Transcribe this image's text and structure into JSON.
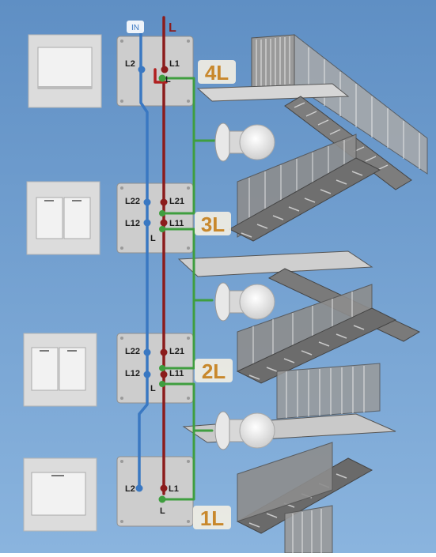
{
  "colors": {
    "background_top": "#5f8fc4",
    "background_bottom": "#8ab4de",
    "wire_neutral": "#3a78c2",
    "wire_live": "#8b1c1c",
    "wire_switched": "#3f9e3f",
    "floor_label": "#c8882c",
    "switch_plate": "#d9d9d9",
    "module_back": "#c4c4c4",
    "stair_metal": "#8a8a8a"
  },
  "wires": {
    "input_neutral_label": "IN",
    "input_live_label": "L"
  },
  "floors": [
    {
      "label": "4L",
      "switch_type": "single",
      "terminals": [
        "L2",
        "L1",
        "L"
      ]
    },
    {
      "label": "3L",
      "switch_type": "double",
      "terminals": [
        "L22",
        "L21",
        "L12",
        "L11",
        "L"
      ]
    },
    {
      "label": "2L",
      "switch_type": "double",
      "terminals": [
        "L22",
        "L21",
        "L12",
        "L11",
        "L"
      ]
    },
    {
      "label": "1L",
      "switch_type": "single",
      "terminals": [
        "L2",
        "L1",
        "L"
      ]
    }
  ],
  "lamp_icons": [
    "light-bulb-icon",
    "light-bulb-icon",
    "light-bulb-icon"
  ]
}
